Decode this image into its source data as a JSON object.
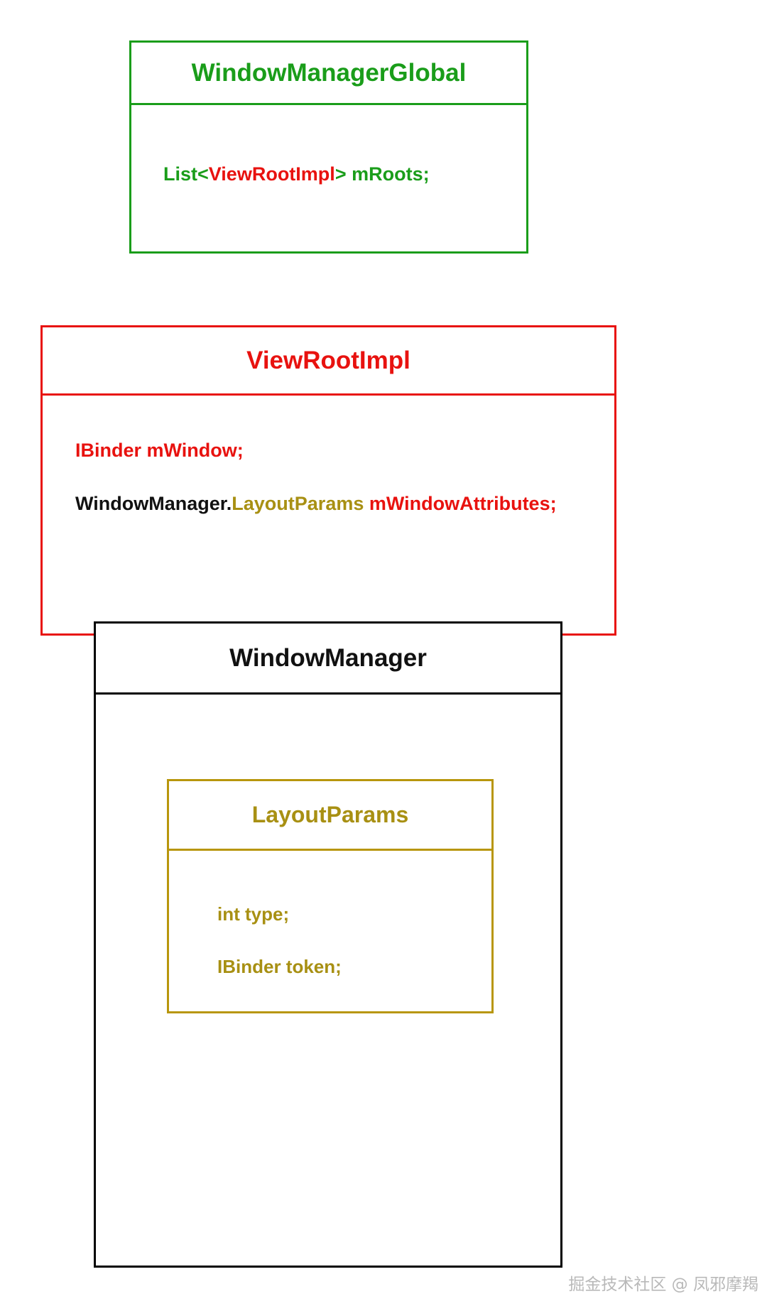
{
  "diagram": {
    "type": "uml-class-diagram",
    "background": "#ffffff",
    "colors": {
      "green": "#1a9d1a",
      "red": "#e8120f",
      "black": "#111111",
      "gold": "#a89013",
      "gold_border": "#b8960c",
      "watermark": "#b9b9b9"
    }
  },
  "boxes": {
    "window_manager_global": {
      "title": "WindowManagerGlobal",
      "accent": "#1a9d1a",
      "attributes": [
        {
          "tokens": [
            {
              "text": "List<",
              "color": "#1a9d1a"
            },
            {
              "text": "ViewRootImpl",
              "color": "#e8120f"
            },
            {
              "text": "> mRoots;",
              "color": "#1a9d1a"
            }
          ]
        }
      ]
    },
    "view_root_impl": {
      "title": "ViewRootImpl",
      "accent": "#e8120f",
      "attributes": [
        {
          "tokens": [
            {
              "text": "IBinder mWindow;",
              "color": "#e8120f"
            }
          ]
        },
        {
          "tokens": [
            {
              "text": "WindowManager.",
              "color": "#111111"
            },
            {
              "text": "LayoutParams",
              "color": "#a89013"
            },
            {
              "text": "  mWindowAttributes;",
              "color": "#e8120f"
            }
          ]
        }
      ]
    },
    "window_manager": {
      "title": "WindowManager",
      "accent": "#000000",
      "attributes": []
    },
    "layout_params": {
      "title": "LayoutParams",
      "accent": "#b8960c",
      "attributes": [
        {
          "tokens": [
            {
              "text": "int  type;",
              "color": "#a89013"
            }
          ]
        },
        {
          "tokens": [
            {
              "text": "IBinder  token;",
              "color": "#a89013"
            }
          ]
        }
      ]
    }
  },
  "watermark": {
    "text": "掘金技术社区 @ 凤邪摩羯"
  }
}
